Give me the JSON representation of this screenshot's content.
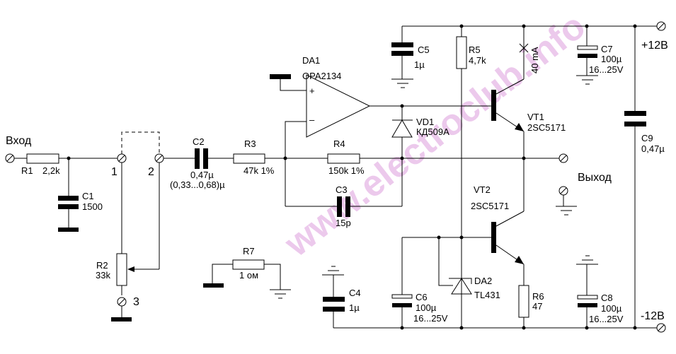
{
  "title": "Audio amplifier schematic",
  "watermark": "www.electroclub.info",
  "terminals": {
    "input": "Вход",
    "output": "Выход",
    "plus_supply": "+12В",
    "minus_supply": "-12В",
    "pin1": "1",
    "pin2": "2",
    "pin3": "3"
  },
  "components": {
    "R1": {
      "ref": "R1",
      "value": "2,2k"
    },
    "C1": {
      "ref": "C1",
      "value": "1500"
    },
    "R2": {
      "ref": "R2",
      "value": "33k"
    },
    "C2": {
      "ref": "C2",
      "value": "0,47µ",
      "note": "(0,33...0,68)µ"
    },
    "R3": {
      "ref": "R3",
      "value": "47k 1%"
    },
    "R4": {
      "ref": "R4",
      "value": "150k 1%"
    },
    "C3": {
      "ref": "C3",
      "value": "15p"
    },
    "R7": {
      "ref": "R7",
      "value": "1 ом"
    },
    "DA1": {
      "ref": "DA1",
      "value": "OPA2134"
    },
    "VD1": {
      "ref": "VD1",
      "value": "КД509А"
    },
    "C4": {
      "ref": "C4",
      "value": "1µ"
    },
    "C5": {
      "ref": "C5",
      "value": "1µ"
    },
    "R5": {
      "ref": "R5",
      "value": "4,7k"
    },
    "VT1": {
      "ref": "VT1",
      "value": "2SC5171"
    },
    "VT2": {
      "ref": "VT2",
      "value": "2SC5171"
    },
    "DA2": {
      "ref": "DA2",
      "value": "TL431"
    },
    "C6": {
      "ref": "C6",
      "value": "100µ",
      "voltage": "16...25V"
    },
    "R6": {
      "ref": "R6",
      "value": "47"
    },
    "C7": {
      "ref": "C7",
      "value": "100µ",
      "voltage": "16...25V"
    },
    "C8": {
      "ref": "C8",
      "value": "100µ",
      "voltage": "16...25V"
    },
    "C9": {
      "ref": "C9",
      "value": "0,47µ"
    }
  },
  "annotations": {
    "current": "40 mA",
    "opamp_plus": "+",
    "opamp_minus": "–"
  }
}
